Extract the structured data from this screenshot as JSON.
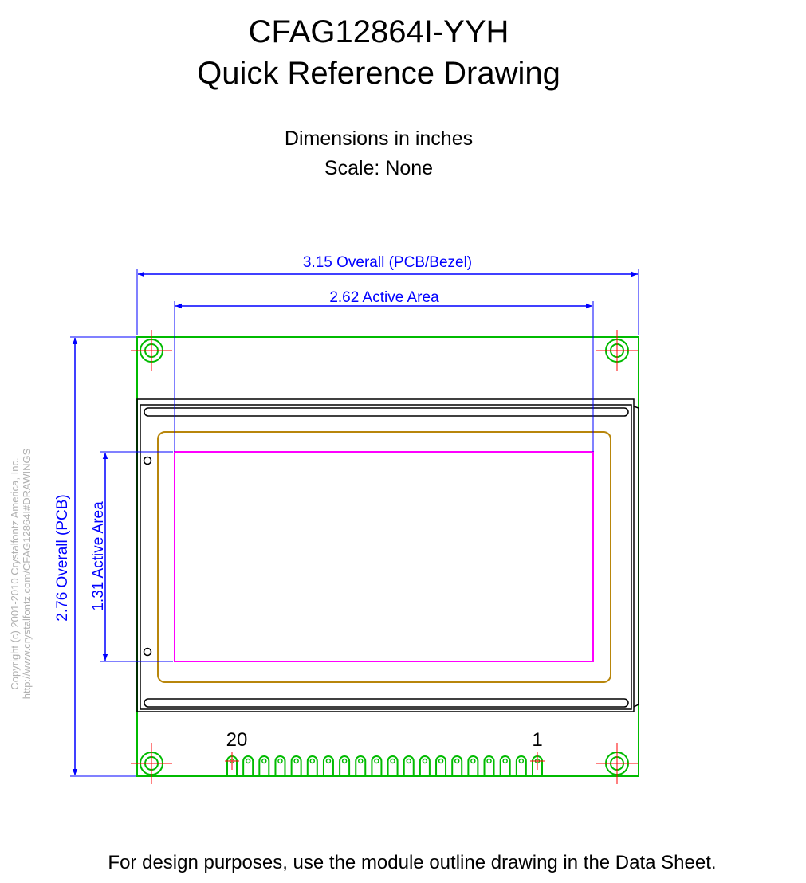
{
  "title": {
    "line1": "CFAG12864I-YYH",
    "line2": "Quick Reference Drawing"
  },
  "subtitle": {
    "units": "Dimensions in inches",
    "scale": "Scale: None"
  },
  "dimensions": {
    "overall_width": "3.15 Overall (PCB/Bezel)",
    "active_width": "2.62 Active Area",
    "overall_height": "2.76 Overall (PCB)",
    "active_height": "1.31 Active Area"
  },
  "pins": {
    "first": "1",
    "last": "20",
    "count": 20
  },
  "copyright": {
    "line1": "Copyright (c) 2001-2010 Crystalfontz America, Inc.",
    "line2": "http://www.crystalfontz.com/CFAG12864I#DRAWINGS"
  },
  "footer": "For design purposes, use the module outline drawing in the Data Sheet.",
  "colors": {
    "pcb_outline": "#00bb00",
    "dimension": "#0000ff",
    "active_area": "#ff00ff",
    "viewing_area": "#b8860b",
    "crosshair": "#ff0000",
    "bezel": "#000000",
    "copyright_text": "#b0b0b0"
  },
  "icons": {
    "mounting_hole": "concentric-circles-with-crosshair",
    "pin_pad": "u-shaped-solder-pad"
  }
}
